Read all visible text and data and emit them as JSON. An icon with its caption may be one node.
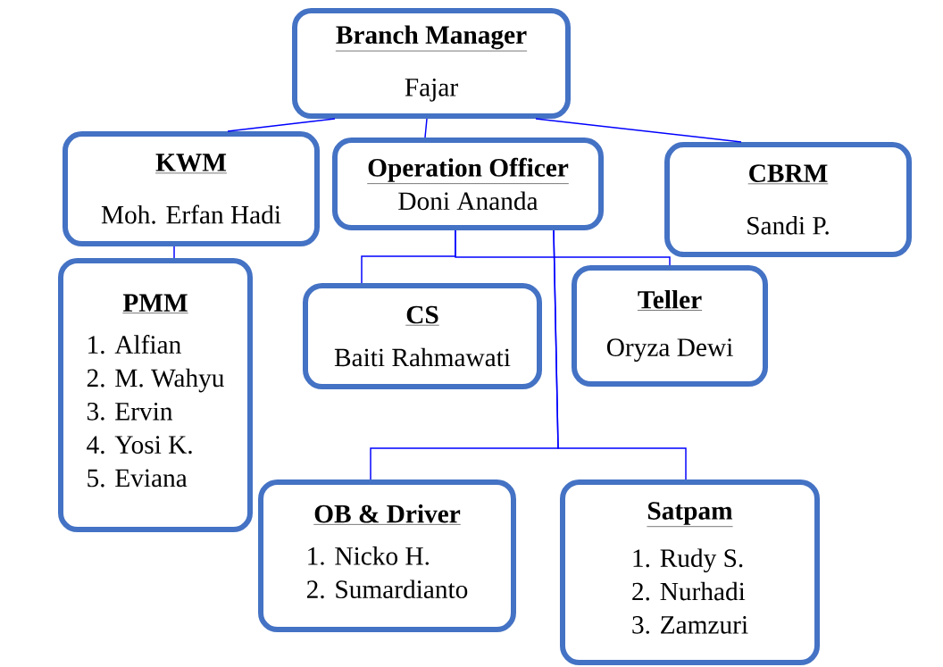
{
  "diagram": {
    "nodes": [
      {
        "text": [
          "Branch Manager",
          "Fajar"
        ]
      },
      {
        "text": [
          "KWM",
          "Moh. Erfan Hadi"
        ]
      },
      {
        "text": [
          "Operation Officer",
          "Doni Ananda"
        ]
      },
      {
        "text": [
          "CBRM",
          "Sandi P."
        ]
      },
      {
        "text": [
          "PMM",
          "1. Alfian",
          "2. M. Wahyu",
          "3. Ervin",
          "4. Yosi K.",
          "5. Eviana"
        ]
      },
      {
        "text": [
          "CS",
          "Baiti Rahmawati"
        ]
      },
      {
        "text": [
          "Teller",
          "Oryza Dewi"
        ]
      },
      {
        "text": [
          "OB & Driver",
          "1. Nicko H.",
          "2. Sumardianto"
        ]
      },
      {
        "text": [
          "Satpam",
          "1. Rudy S.",
          "2. Nurhadi",
          "3. Zamzuri"
        ]
      }
    ],
    "edges": [
      {
        "from": 0,
        "to": 1,
        "arrow": "none"
      },
      {
        "from": 0,
        "to": 2,
        "arrow": "none"
      },
      {
        "from": 0,
        "to": 3,
        "arrow": "none"
      },
      {
        "from": 1,
        "to": 4,
        "arrow": "none"
      },
      {
        "from": 2,
        "to": 5,
        "arrow": "none"
      },
      {
        "from": 2,
        "to": 6,
        "arrow": "none"
      },
      {
        "from": 2,
        "to": 7,
        "arrow": "none"
      },
      {
        "from": 2,
        "to": 8,
        "arrow": "none"
      }
    ]
  }
}
